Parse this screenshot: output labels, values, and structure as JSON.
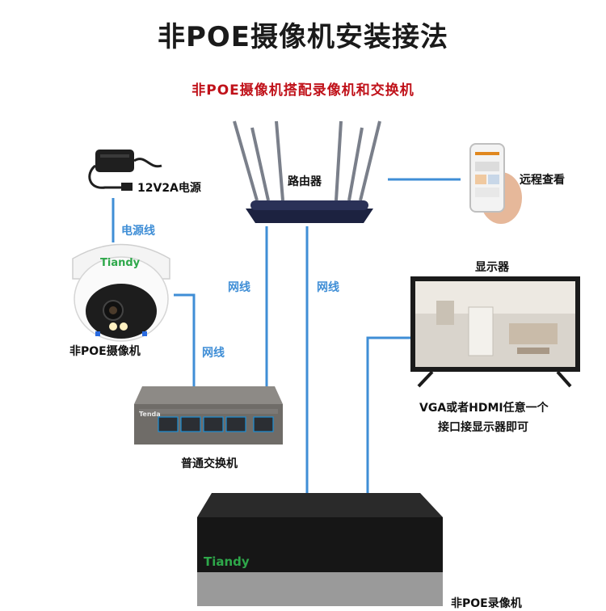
{
  "header": {
    "title": "非POE摄像机安装接法",
    "subtitle": "非POE摄像机搭配录像机和交换机"
  },
  "devices": {
    "power_adapter": "12V2A电源",
    "router": "路由器",
    "phone": "远程查看",
    "monitor": "显示器",
    "camera": "非POE摄像机",
    "switch": "普通交换机",
    "nvr": "非POE录像机"
  },
  "wires": {
    "power_cable": "电源线",
    "net_camera_switch": "网线",
    "net_router_switch": "网线",
    "net_router_nvr": "网线"
  },
  "notes": {
    "monitor_line1": "VGA或者HDMI任意一个",
    "monitor_line2": "接口接显示器即可"
  },
  "brands": {
    "camera": "Tiandy",
    "nvr": "Tiandy",
    "switch": "Tenda"
  },
  "colors": {
    "title": "#1a1a1a",
    "subtitle": "#c0121a",
    "wire": "#3f8ed6",
    "brand_green": "#2ea84a"
  }
}
